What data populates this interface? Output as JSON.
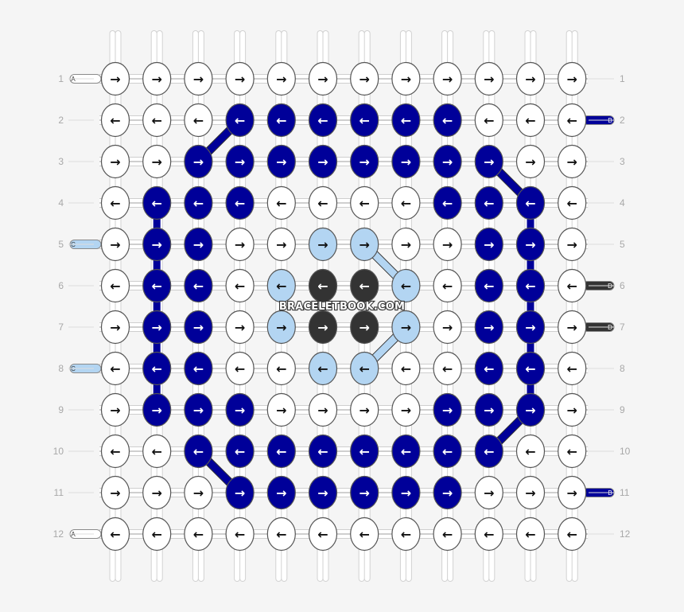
{
  "site": {
    "watermark": "BRACELETBOOK.COM"
  },
  "colors": {
    "W": "#ffffff",
    "N": "#000099",
    "L": "#b3d5f2",
    "K": "#333333"
  },
  "strings": {
    "A": {
      "label": "A",
      "color": "W"
    },
    "B": {
      "label": "B",
      "color": "N"
    },
    "C": {
      "label": "C",
      "color": "L"
    },
    "D": {
      "label": "D",
      "color": "K"
    }
  },
  "pattern": {
    "columns": 12,
    "rows": [
      {
        "number": "1",
        "dir": "right",
        "left": "A",
        "right": "",
        "knots": "WWWWWWWWWWWW"
      },
      {
        "number": "2",
        "dir": "left",
        "left": "",
        "right": "B",
        "knots": "WWWNNNNNNWWW"
      },
      {
        "number": "3",
        "dir": "right",
        "left": "",
        "right": "",
        "knots": "WWNNNNNNNNWW"
      },
      {
        "number": "4",
        "dir": "left",
        "left": "",
        "right": "",
        "knots": "WNNNWWWWNNNW"
      },
      {
        "number": "5",
        "dir": "right",
        "left": "C",
        "right": "",
        "knots": "WNNWWLLWWNNW"
      },
      {
        "number": "6",
        "dir": "left",
        "left": "",
        "right": "D",
        "knots": "WNNWLKKLWNNW"
      },
      {
        "number": "7",
        "dir": "right",
        "left": "",
        "right": "D",
        "knots": "WNNWLKKLWNNW"
      },
      {
        "number": "8",
        "dir": "left",
        "left": "C",
        "right": "",
        "knots": "WNNWWLLWWNNW"
      },
      {
        "number": "9",
        "dir": "right",
        "left": "",
        "right": "",
        "knots": "WNNNWWWWNNNW"
      },
      {
        "number": "10",
        "dir": "left",
        "left": "",
        "right": "",
        "knots": "WWNNNNNNNNWW"
      },
      {
        "number": "11",
        "dir": "right",
        "left": "",
        "right": "B",
        "knots": "WWWNNNNNNWWW"
      },
      {
        "number": "12",
        "dir": "left",
        "left": "A",
        "right": "",
        "knots": "WWWWWWWWWWWW"
      }
    ]
  }
}
